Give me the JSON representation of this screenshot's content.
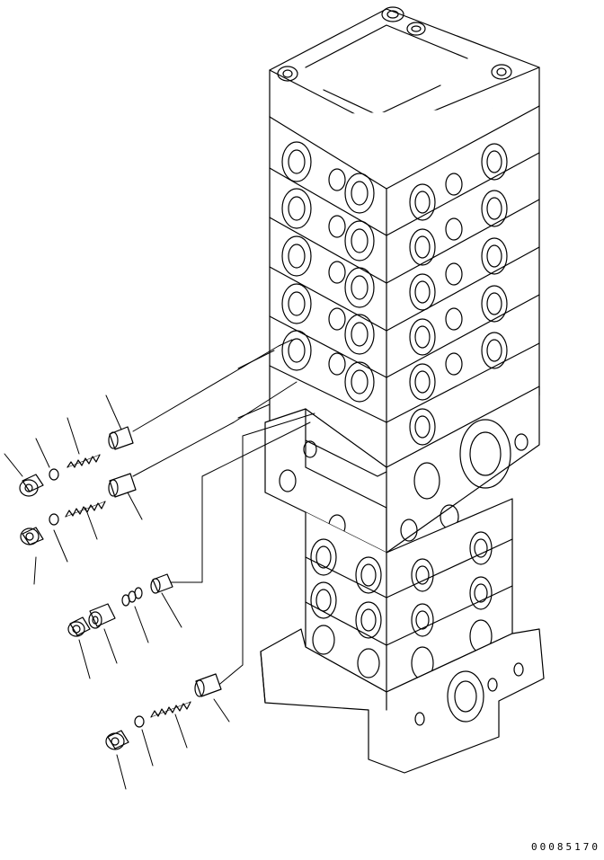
{
  "figure_code": "00085170",
  "colors": {
    "line": "#000000",
    "background": "#ffffff"
  },
  "parts": [
    {
      "group": "cover",
      "index": 1
    },
    {
      "group": "o-ring",
      "index": 1
    },
    {
      "group": "spring",
      "index": 1
    },
    {
      "group": "spool",
      "index": 1
    },
    {
      "group": "cover",
      "index": 2
    },
    {
      "group": "o-ring",
      "index": 2
    },
    {
      "group": "spring",
      "index": 2
    },
    {
      "group": "spool",
      "index": 2
    },
    {
      "group": "plug",
      "index": 3
    },
    {
      "group": "sleeve",
      "index": 3
    },
    {
      "group": "spacer",
      "index": 3
    },
    {
      "group": "spool",
      "index": 3
    },
    {
      "group": "cover",
      "index": 4
    },
    {
      "group": "o-ring",
      "index": 4
    },
    {
      "group": "spring",
      "index": 4
    },
    {
      "group": "spool",
      "index": 4
    }
  ]
}
